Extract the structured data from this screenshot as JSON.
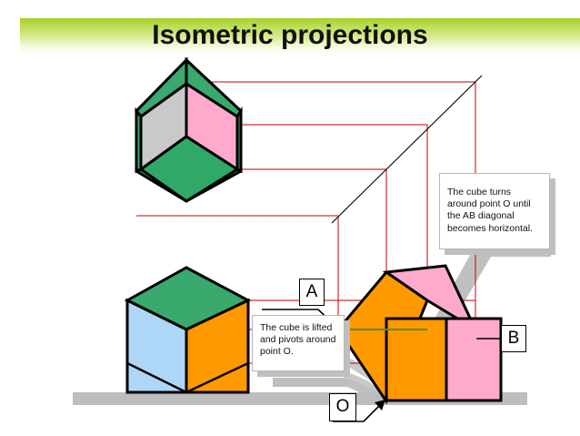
{
  "page": {
    "title": "Isometric projections",
    "background_color": "#ffffff"
  },
  "banner": {
    "gradient_top_color": "#a7d129",
    "gradient_bottom_color": "#ffffff"
  },
  "palette": {
    "green": "#3aa96e",
    "pink": "#ffaacc",
    "orange": "#ff9900",
    "light_blue": "#aed6f7",
    "gray_face": "#c9c9c9",
    "gray_shadow": "#bfbfbf",
    "ground_gray": "#bdbdbd",
    "projection_red": "#cc0000",
    "outline_black": "#000000"
  },
  "callouts": [
    {
      "id": "callout-turn",
      "text": "The cube turns around point O until the AB diagonal becomes horizontal."
    },
    {
      "id": "callout-lift",
      "text": "The cube is lifted and pivots around point O."
    }
  ],
  "labels": {
    "a": "A",
    "b": "B",
    "o": "O"
  },
  "diagram": {
    "top_cube_name": "rotated-isometric-cube",
    "bottom_left_cube_name": "upright-cube",
    "bottom_right_cube_name": "tilted-pivoting-cube",
    "ground_line_name": "ground-bar"
  }
}
